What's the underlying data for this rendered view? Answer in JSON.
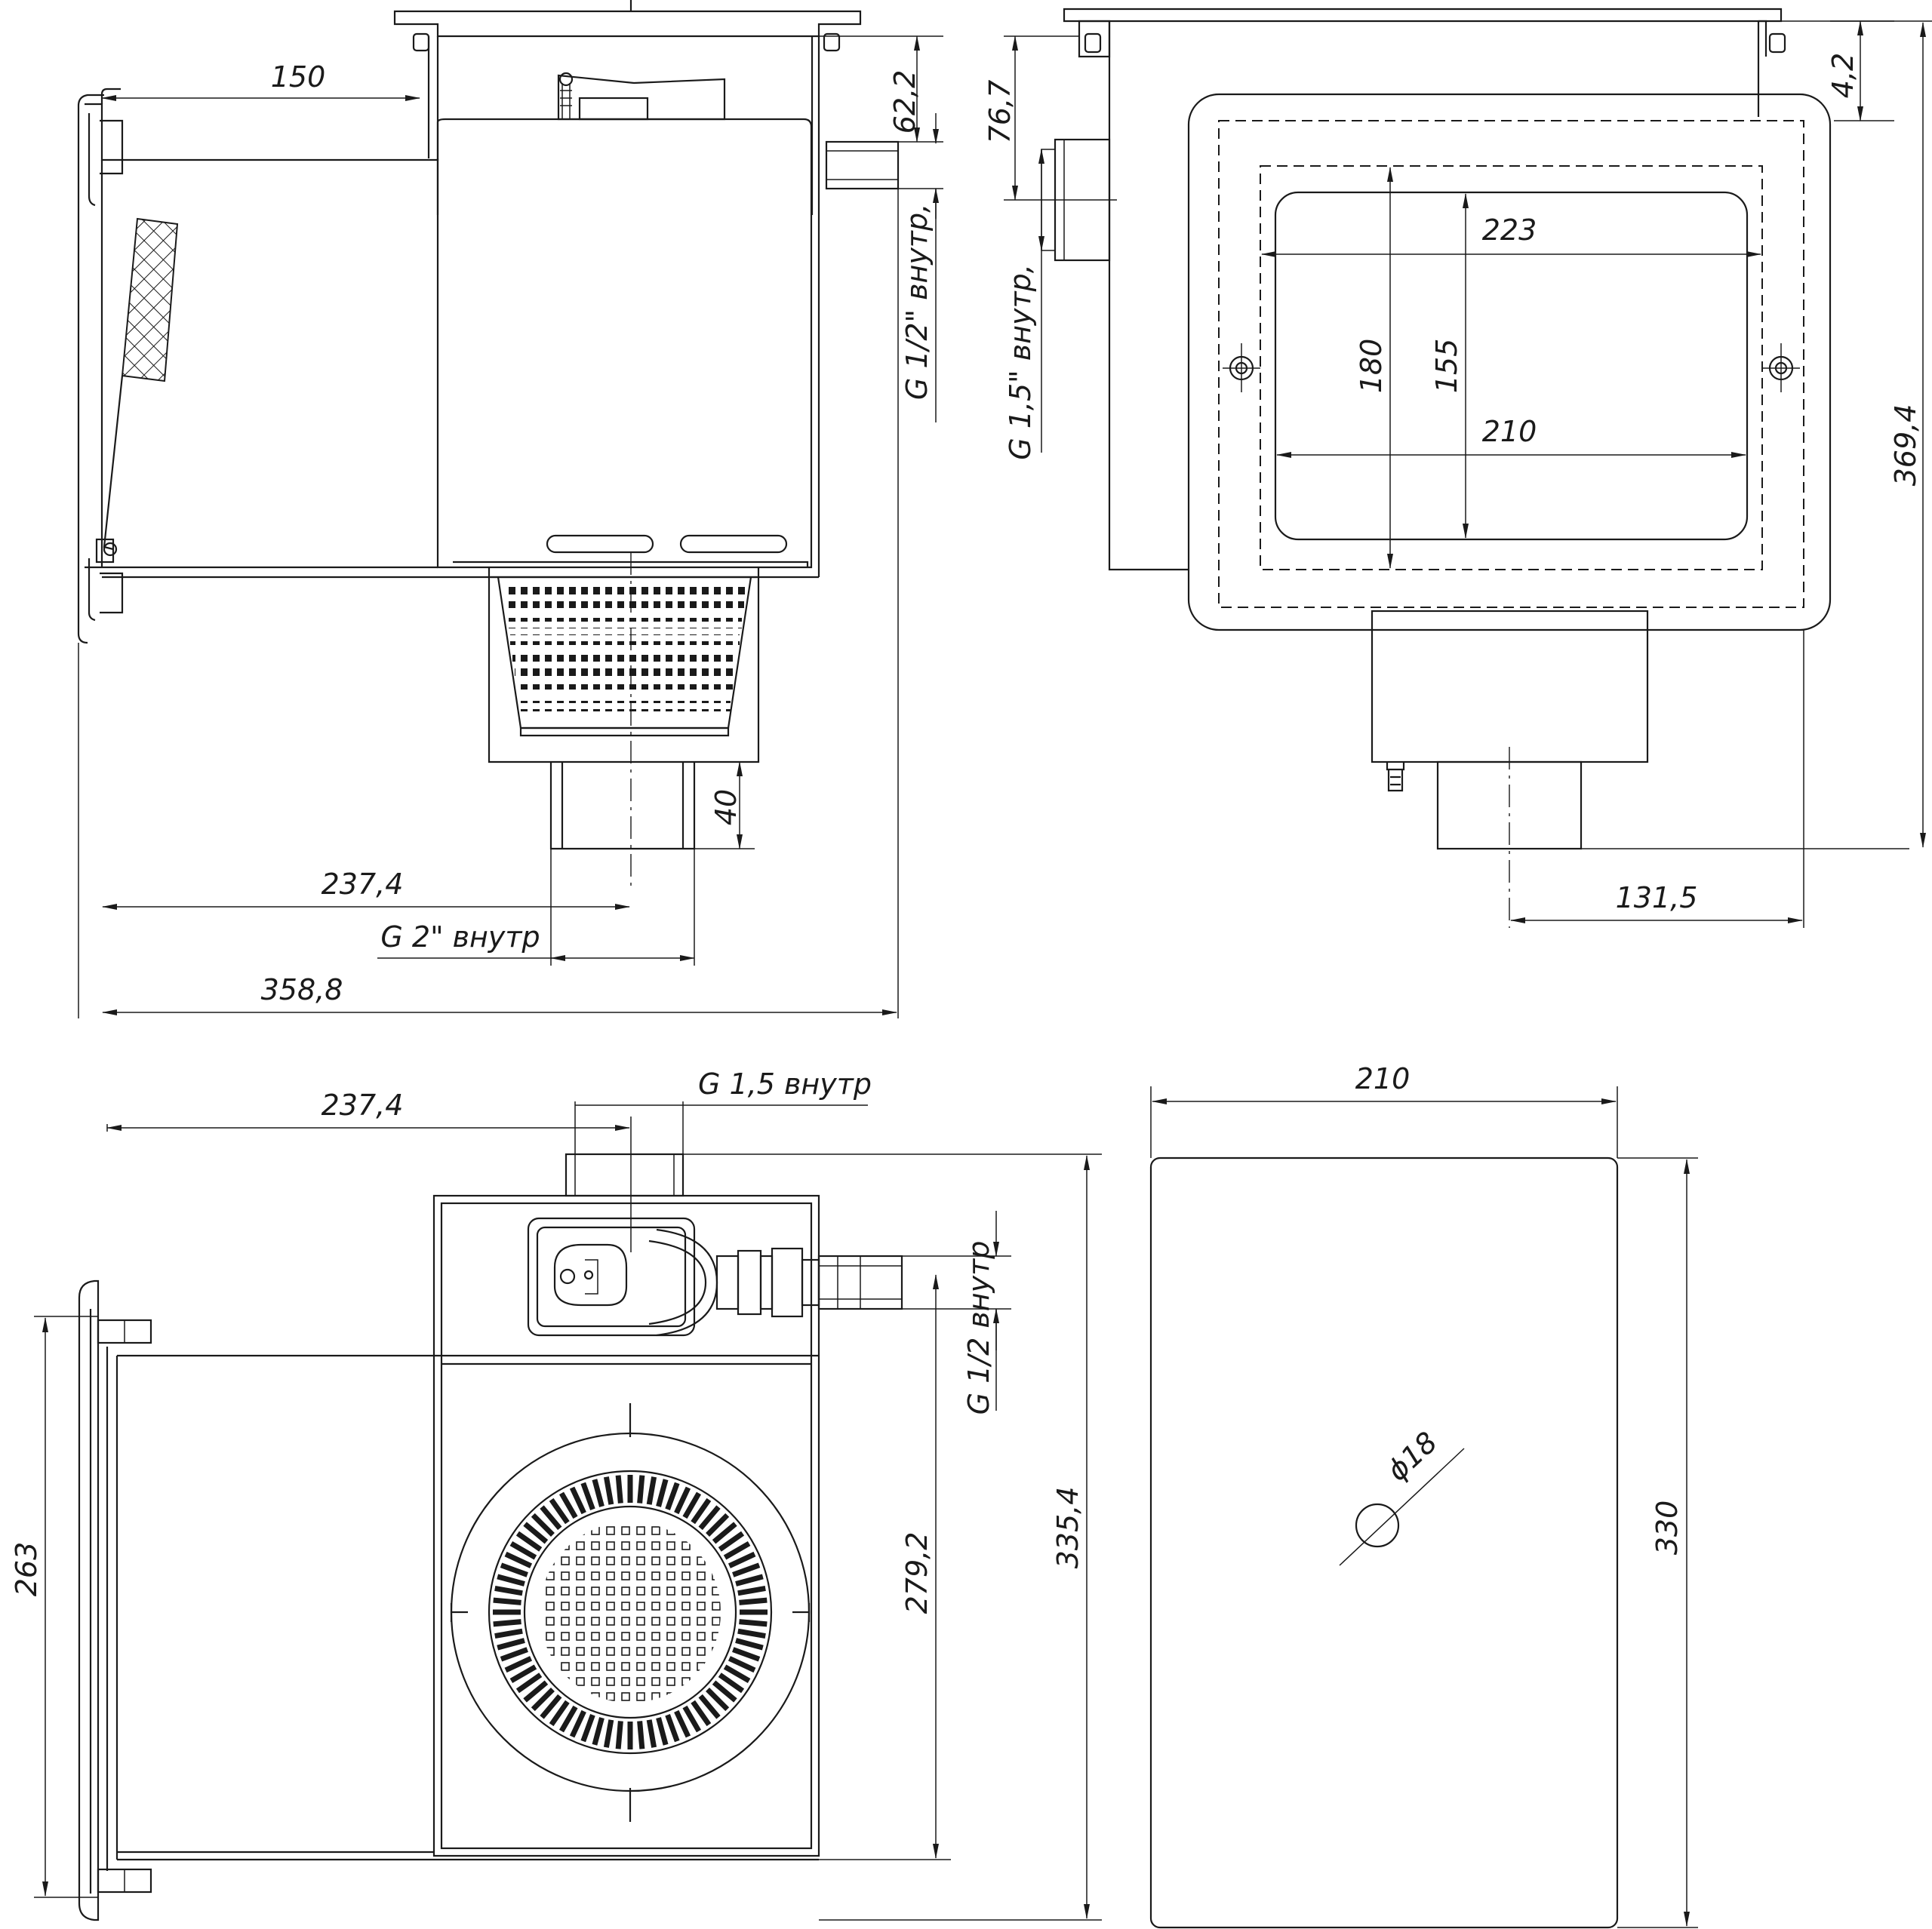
{
  "side_view": {
    "dim_150": "150",
    "dim_62_2": "62,2",
    "label_g_half": "G 1/2\" внутр,",
    "dim_40": "40",
    "dim_237_4": "237,4",
    "label_g2": "G 2\" внутр",
    "dim_358_8": "358,8"
  },
  "front_view": {
    "dim_76_7": "76,7",
    "dim_4_2": "4,2",
    "label_g15": "G 1,5\" внутр,",
    "dim_223": "223",
    "dim_180": "180",
    "dim_155": "155",
    "dim_210": "210",
    "dim_369_4": "369,4",
    "dim_131_5": "131,5"
  },
  "top_view": {
    "dim_237_4": "237,4",
    "label_g15": "G 1,5 внутр",
    "label_g_half": "G 1/2 внутр",
    "dim_263": "263",
    "dim_279_2": "279,2",
    "dim_335_4": "335,4"
  },
  "plate_view": {
    "dim_210": "210",
    "dim_330": "330",
    "dim_d18": "ϕ18"
  }
}
